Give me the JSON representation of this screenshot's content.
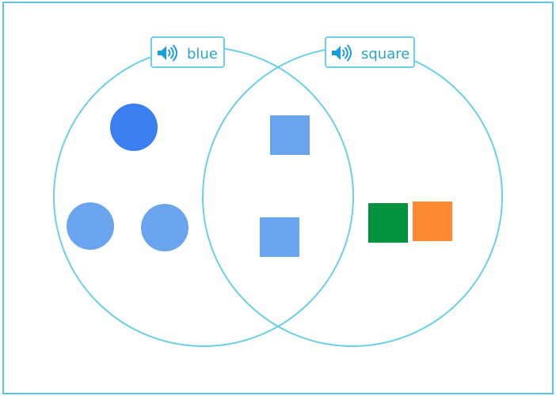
{
  "colors": {
    "frame_border": "#5bc6df",
    "circle_stroke": "#6bcfe6",
    "label_text": "#2aa6c9",
    "speaker_icon": "#1a9ed8",
    "shape_blue_dark": "#3b7eef",
    "shape_blue_light": "#6aa4ef",
    "shape_green": "#00923f",
    "shape_orange": "#fe8833"
  },
  "labels": {
    "left": {
      "text": "blue",
      "icon": "speaker-icon"
    },
    "right": {
      "text": "square",
      "icon": "speaker-icon"
    }
  },
  "regions": {
    "left_only": [
      {
        "shape": "circle",
        "color": "shape_blue_dark"
      },
      {
        "shape": "circle",
        "color": "shape_blue_light"
      },
      {
        "shape": "circle",
        "color": "shape_blue_light"
      }
    ],
    "overlap": [
      {
        "shape": "square",
        "color": "shape_blue_light"
      },
      {
        "shape": "square",
        "color": "shape_blue_light"
      }
    ],
    "right_only": [
      {
        "shape": "square",
        "color": "shape_green"
      },
      {
        "shape": "square",
        "color": "shape_orange"
      }
    ]
  }
}
